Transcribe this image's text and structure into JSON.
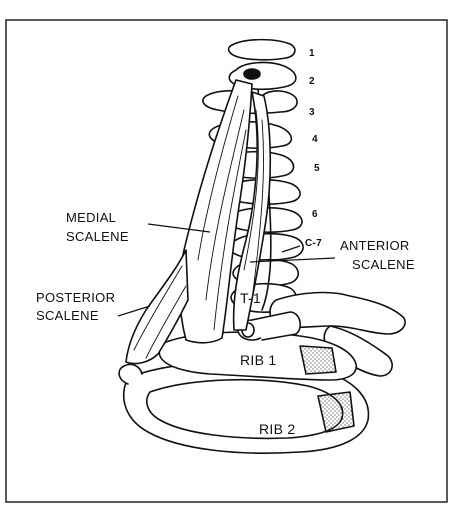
{
  "labels": {
    "medial_scalene": [
      "MEDIAL",
      "SCALENE"
    ],
    "anterior_scalene": [
      "ANTERIOR",
      "SCALENE"
    ],
    "posterior_scalene": [
      "POSTERIOR",
      "SCALENE"
    ],
    "c7": "C-7",
    "t1": "T-1",
    "rib1": "RIB 1",
    "rib2": "RIB 2",
    "vertebra_numbers": [
      "1",
      "2",
      "3",
      "4",
      "5",
      "6"
    ]
  },
  "colors": {
    "ink": "#111111",
    "background": "#ffffff",
    "frame": "#222222"
  }
}
